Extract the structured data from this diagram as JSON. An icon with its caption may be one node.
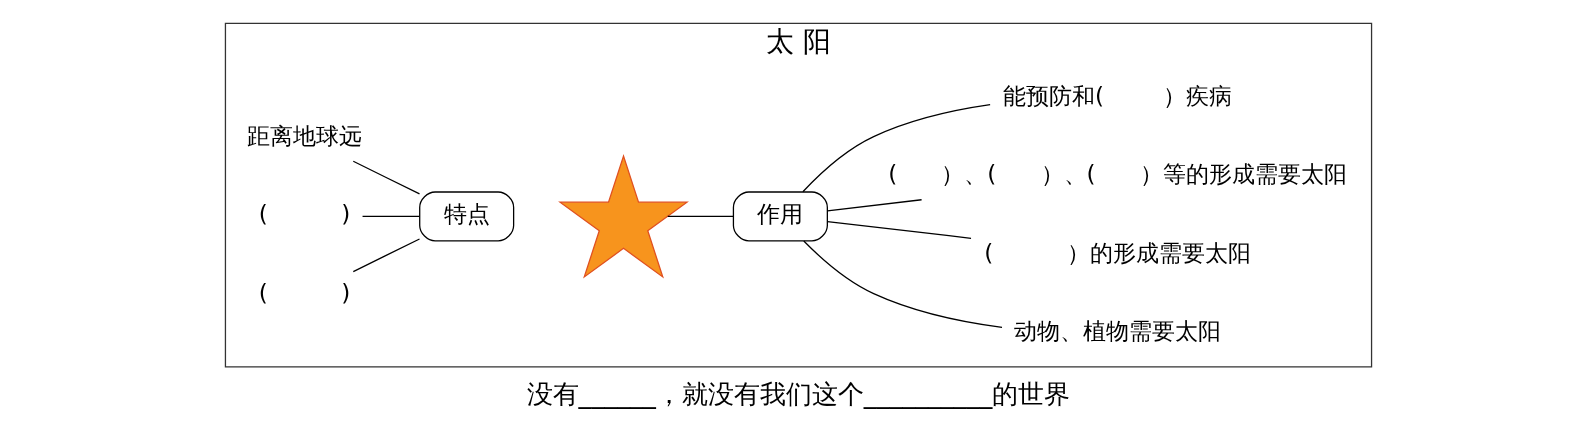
{
  "diagram": {
    "caption": "没有______，就没有我们这个__________的世界",
    "nodes": [
      {
        "text": [
          "太 阳"
        ]
      },
      {
        "text": [
          "距离地球远"
        ],
        "in": 0
      },
      {
        "text": [
          "(          )"
        ],
        "in": 0
      },
      {
        "text": [
          "(          )"
        ],
        "in": 0
      },
      {
        "text": [
          "特点"
        ],
        "in": 0
      },
      {
        "text": [],
        "shape": "picture",
        "in": 0
      },
      {
        "text": [
          "作用"
        ],
        "in": 0
      },
      {
        "text": [
          "动物、植物需要太阳"
        ],
        "in": 0
      },
      {
        "text": [
          "(          ）的形成需要太阳"
        ],
        "in": 0
      },
      {
        "text": [
          "(      ）、(      ）、(      ）等的形成需要太阳"
        ],
        "in": 0
      },
      {
        "text": [
          "能预防和(        ）疾病"
        ],
        "in": 0
      }
    ],
    "edges": [
      {
        "from": 1,
        "to": 4,
        "arrow": "none"
      },
      {
        "from": 2,
        "to": 4,
        "arrow": "none"
      },
      {
        "from": 3,
        "to": 4,
        "arrow": "none"
      },
      {
        "from": 5,
        "to": 6,
        "arrow": "none"
      },
      {
        "from": 6,
        "to": 7,
        "arrow": "none"
      },
      {
        "from": 6,
        "to": 8,
        "arrow": "none"
      },
      {
        "from": 6,
        "to": 9,
        "arrow": "none"
      },
      {
        "from": 6,
        "to": 10,
        "arrow": "none"
      }
    ]
  }
}
